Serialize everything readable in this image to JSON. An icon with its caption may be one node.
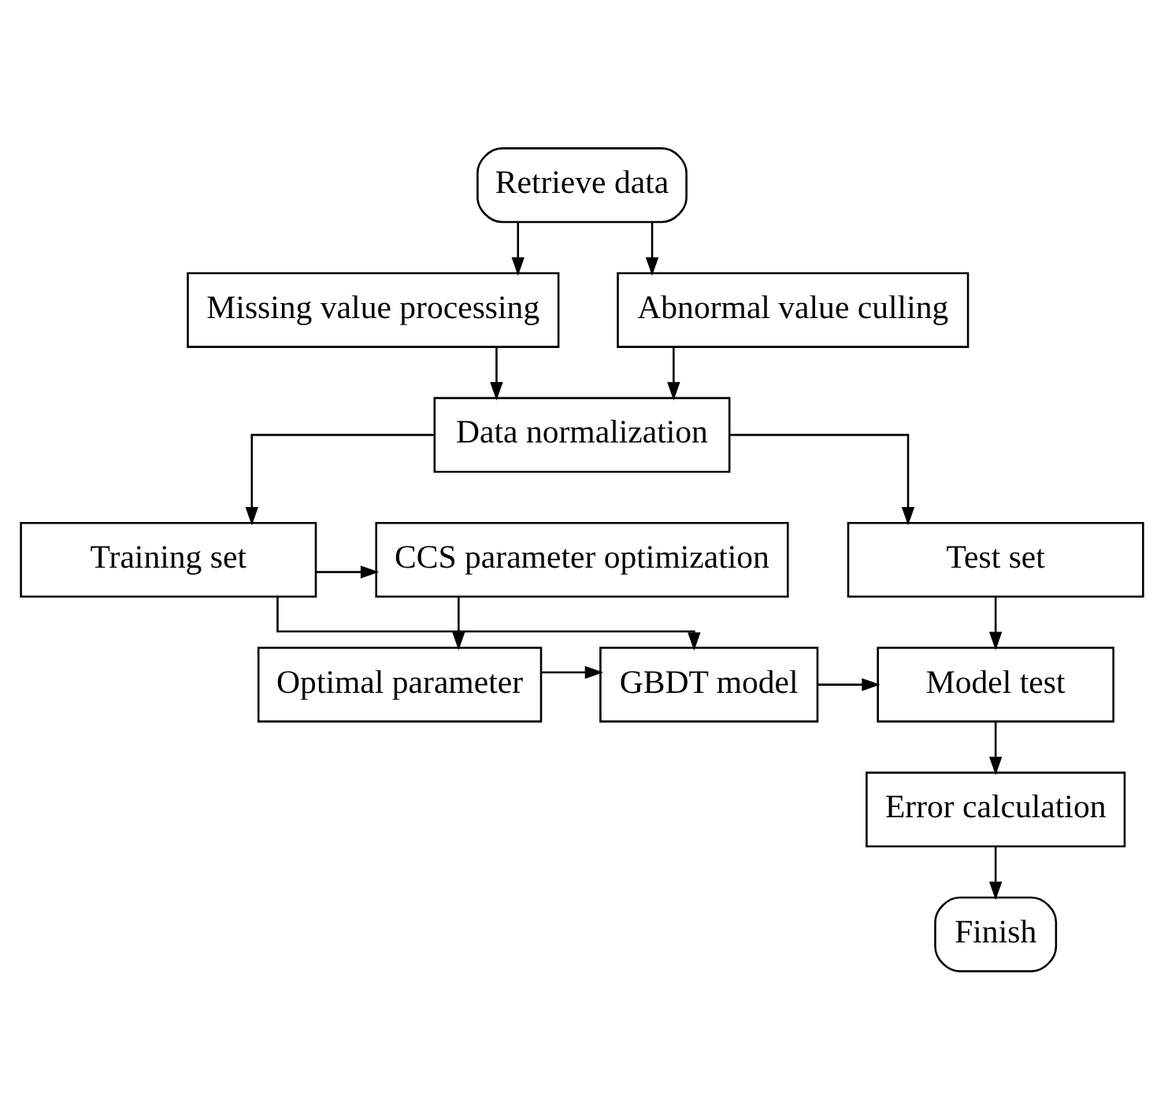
{
  "diagram": {
    "nodes": [
      {
        "text": [
          "Retrieve data"
        ]
      },
      {
        "text": [
          "Missing value processing"
        ]
      },
      {
        "text": [
          "Abnormal value culling"
        ]
      },
      {
        "text": [
          "Data normalization"
        ]
      },
      {
        "text": [
          "CCS parameter optimization"
        ]
      },
      {
        "text": [
          "Training set"
        ]
      },
      {
        "text": [
          "Test set"
        ]
      },
      {
        "text": [
          "Optimal parameter"
        ]
      },
      {
        "text": [
          "GBDT model"
        ]
      },
      {
        "text": [
          "Model test"
        ]
      },
      {
        "text": [
          "Error calculation"
        ]
      },
      {
        "text": [
          "Finish"
        ]
      }
    ],
    "edges": [
      {
        "from": 0,
        "to": 1,
        "arrow": "to"
      },
      {
        "from": 0,
        "to": 2,
        "arrow": "to"
      },
      {
        "from": 1,
        "to": 3,
        "arrow": "to"
      },
      {
        "from": 2,
        "to": 3,
        "arrow": "to"
      },
      {
        "from": 3,
        "to": 5,
        "arrow": "to"
      },
      {
        "from": 3,
        "to": 6,
        "arrow": "to"
      },
      {
        "from": 5,
        "to": 4,
        "arrow": "to"
      },
      {
        "from": 4,
        "to": 7,
        "arrow": "to"
      },
      {
        "from": 5,
        "to": 8,
        "arrow": "to"
      },
      {
        "from": 7,
        "to": 8,
        "arrow": "to"
      },
      {
        "from": 8,
        "to": 9,
        "arrow": "to"
      },
      {
        "from": 6,
        "to": 9,
        "arrow": "to"
      },
      {
        "from": 9,
        "to": 10,
        "arrow": "to"
      },
      {
        "from": 10,
        "to": 11,
        "arrow": "to"
      }
    ]
  }
}
